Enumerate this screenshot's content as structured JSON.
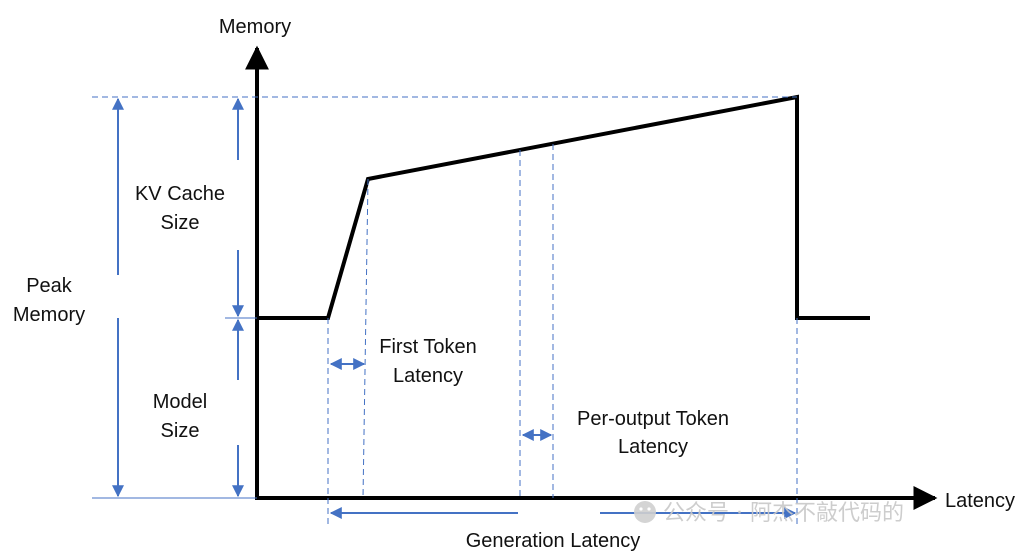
{
  "axes": {
    "y_label": "Memory",
    "x_label": "Latency"
  },
  "labels": {
    "peak_memory": [
      "Peak",
      "Memory"
    ],
    "kv_cache_size": [
      "KV Cache",
      "Size"
    ],
    "model_size": [
      "Model",
      "Size"
    ],
    "first_token_latency": [
      "First Token",
      "Latency"
    ],
    "per_output_token_latency": [
      "Per-output Token",
      "Latency"
    ],
    "generation_latency": "Generation Latency"
  },
  "watermark": {
    "text": "公众号 · 阿杰不敲代码的"
  },
  "colors": {
    "axis": "#000000",
    "curve": "#000000",
    "annotation": "#4472C4",
    "watermark": "#c8c8c8"
  }
}
